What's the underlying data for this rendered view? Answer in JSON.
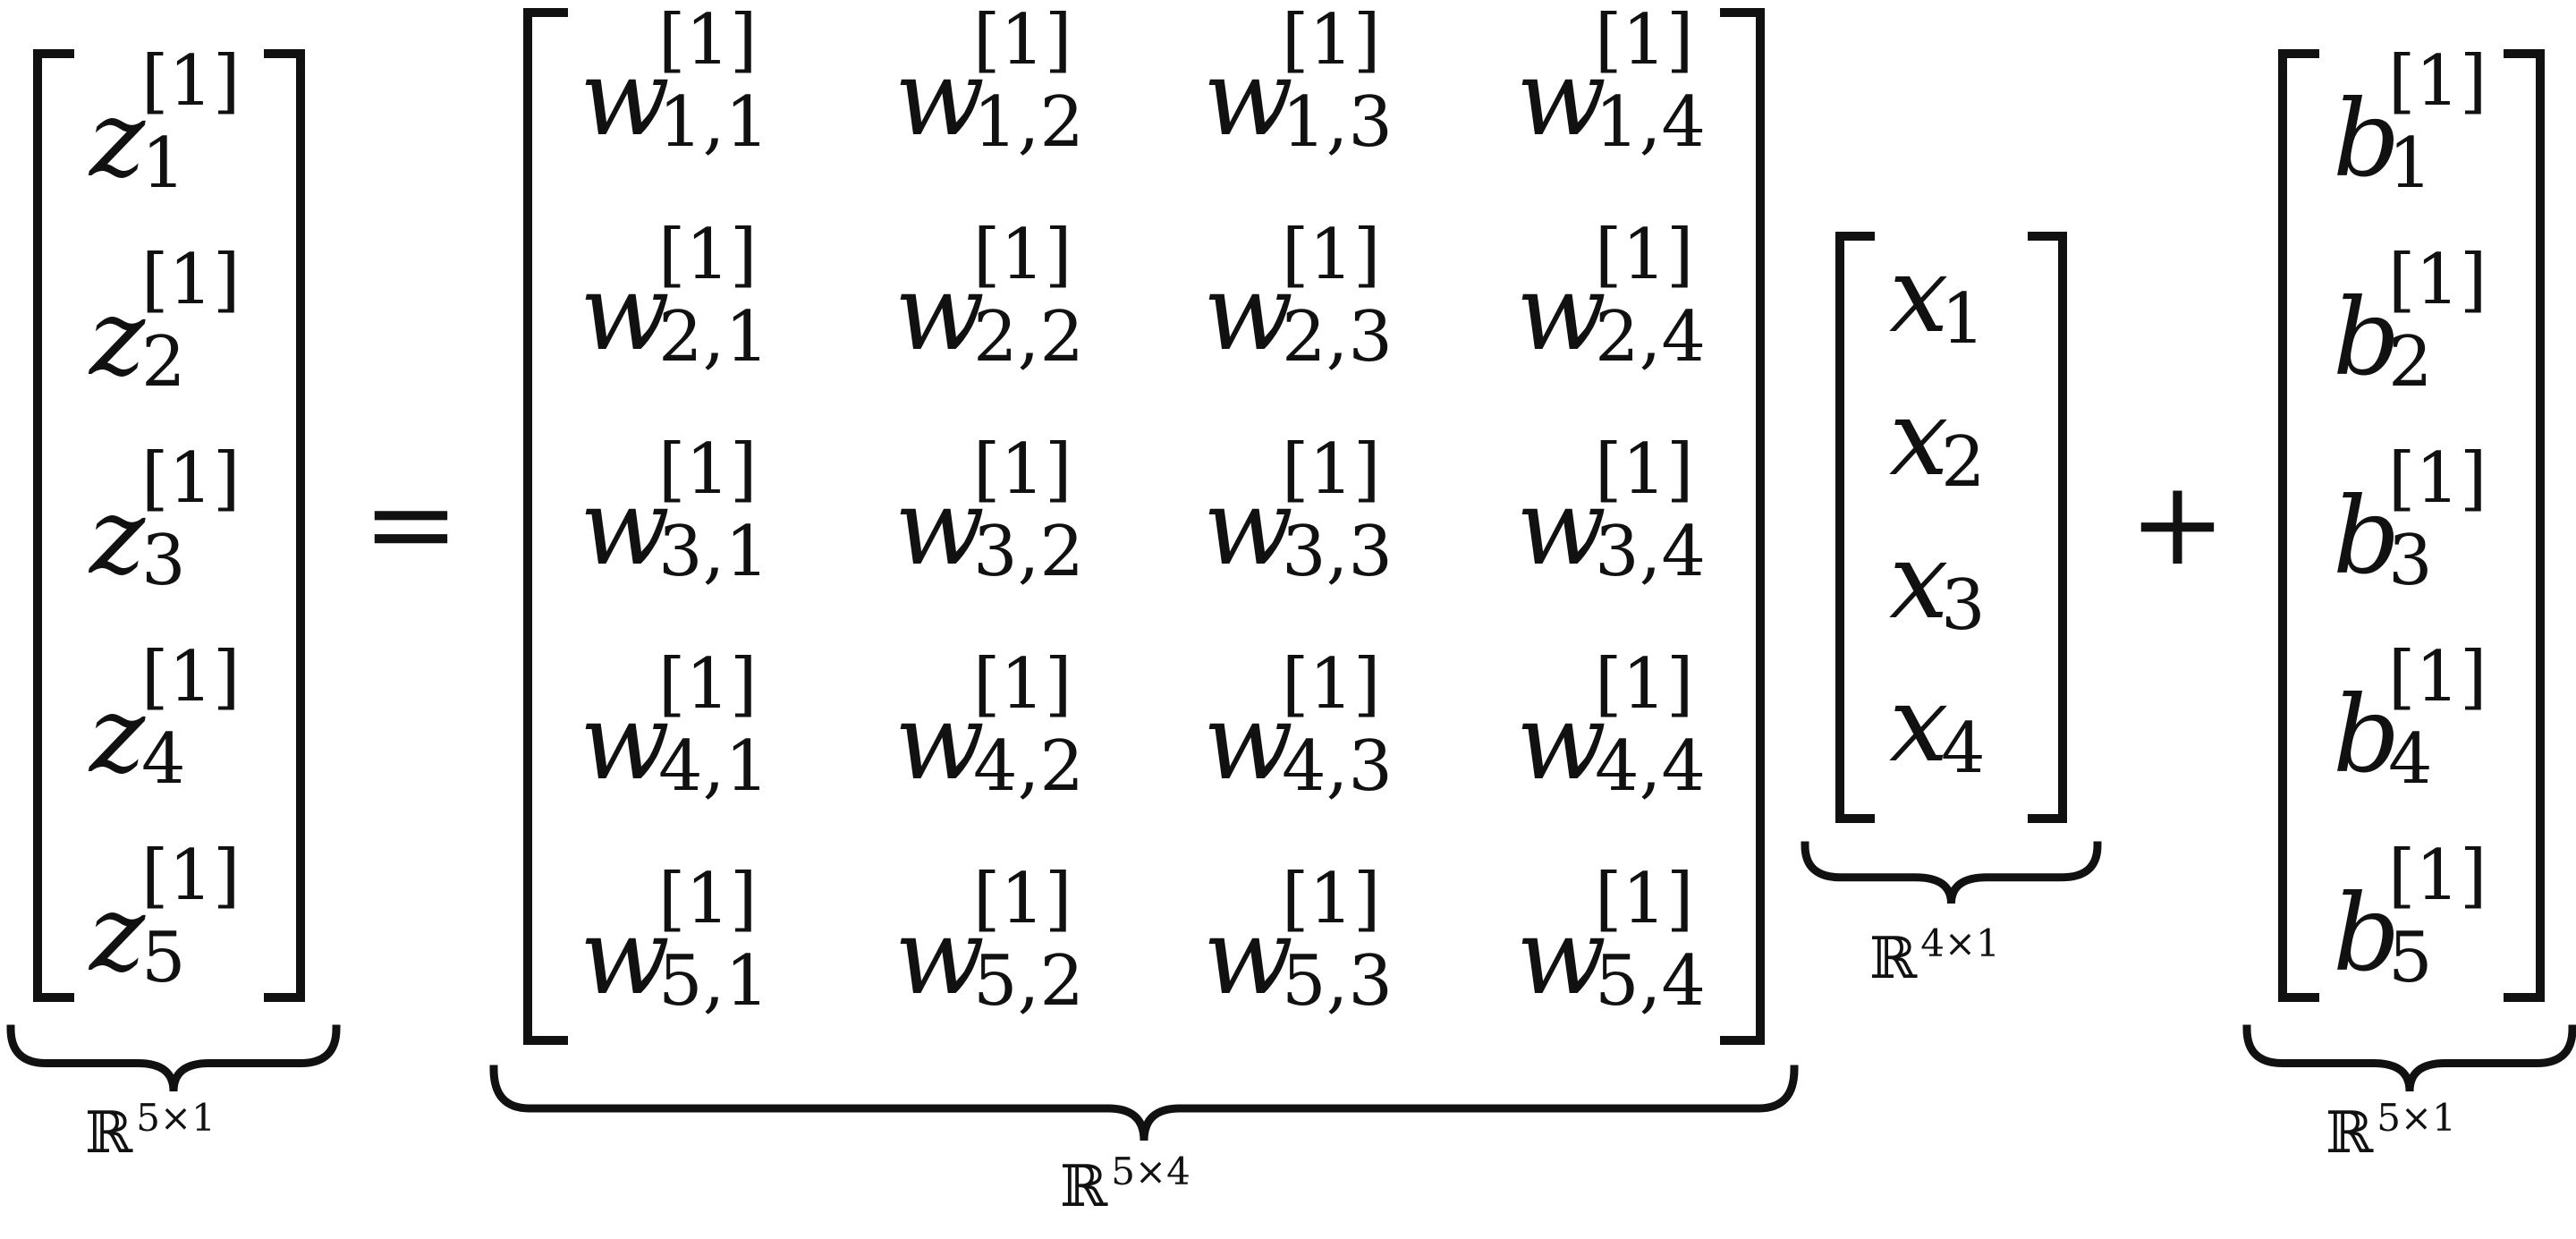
{
  "equation": {
    "lhs": {
      "symbol": "z",
      "layer": "[1]",
      "indices": [
        "1",
        "2",
        "3",
        "4",
        "5"
      ],
      "dim_label": "ℝ",
      "dim_exponent": "5×1"
    },
    "equals": "=",
    "weights": {
      "symbol": "w",
      "layer": "[1]",
      "rows": [
        [
          "1,1",
          "1,2",
          "1,3",
          "1,4"
        ],
        [
          "2,1",
          "2,2",
          "2,3",
          "2,4"
        ],
        [
          "3,1",
          "3,2",
          "3,3",
          "3,4"
        ],
        [
          "4,1",
          "4,2",
          "4,3",
          "4,4"
        ],
        [
          "5,1",
          "5,2",
          "5,3",
          "5,4"
        ]
      ],
      "dim_label": "ℝ",
      "dim_exponent": "5×4"
    },
    "input": {
      "symbol": "x",
      "layer": "",
      "indices": [
        "1",
        "2",
        "3",
        "4"
      ],
      "dim_label": "ℝ",
      "dim_exponent": "4×1"
    },
    "plus": "+",
    "bias": {
      "symbol": "b",
      "layer": "[1]",
      "indices": [
        "1",
        "2",
        "3",
        "4",
        "5"
      ],
      "dim_label": "ℝ",
      "dim_exponent": "5×1"
    }
  }
}
